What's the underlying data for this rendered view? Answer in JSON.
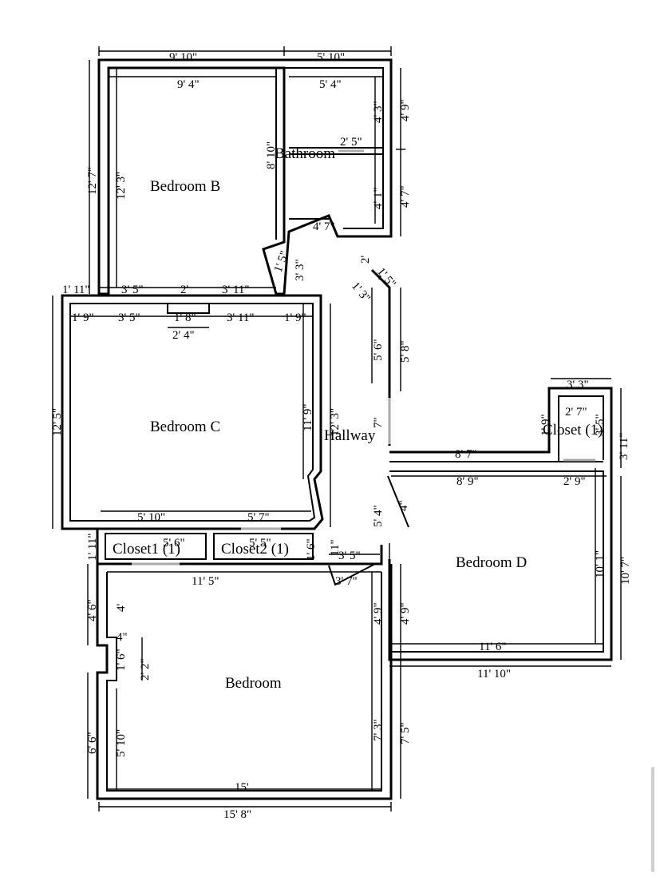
{
  "rooms": {
    "bedroom_b": "Bedroom B",
    "bathroom": "Bathroom",
    "bedroom_c": "Bedroom C",
    "hallway": "Hallway",
    "closet_d": "Closet  (1)",
    "bedroom_d": "Bedroom D",
    "closet1": "Closet1  (1)",
    "closet2": "Closet2  (1)",
    "bedroom": "Bedroom"
  },
  "dims": {
    "top_b_outer": "9' 10\"",
    "top_bath_outer": "5' 10\"",
    "top_b_inner": "9' 4\"",
    "top_bath_inner": "5' 4\"",
    "left_b_outer": "12' 7\"",
    "left_b_inner": "12' 3\"",
    "b_right_inner": "8' 10\"",
    "bath_r1": "4' 3\"",
    "bath_r2": "4' 1\"",
    "bath_out1": "4' 9\"",
    "bath_out2": "4' 7\"",
    "bath_door": "2' 5\"",
    "bath_bottom": "4' 7\"",
    "hall_small": "2'",
    "hall_diag": "1' 5\"",
    "hall_v": "3' 3\"",
    "b_diag": "1' 5\"",
    "c_top1": "1' 11\"",
    "c_top2": "3' 5\"",
    "c_top3": "2'",
    "c_top4": "3' 11\"",
    "c_in1": "1' 9\"",
    "c_in2": "3' 5\"",
    "c_in3": "1' 8\"",
    "c_in4": "3' 11\"",
    "c_in5": "1' 9\"",
    "c_closet": "2' 4\"",
    "c_left": "12' 5\"",
    "c_right": "11' 9\"",
    "c_right_out": "12' 3\"",
    "hall_left1": "1' 3\"",
    "hall_r1": "5' 6\"",
    "hall_r2": "5' 8\"",
    "hall_7": "7\"",
    "c_bot1": "5' 10\"",
    "c_bot2": "5' 7\"",
    "d_top": "8' 7\"",
    "d_top_in": "8' 9\"",
    "d_top2": "2' 9\"",
    "cl_top": "3' 3\"",
    "cl_in": "2' 7\"",
    "cl_l": "1' 9\"",
    "cl_r": "3' 5\"",
    "cl_out": "3' 11\"",
    "d_right_in": "10' 1\"",
    "d_right": "10' 7\"",
    "d_bot_in": "11' 6\"",
    "d_bot": "11' 10\"",
    "d_left": "4' 9\"",
    "hall_54": "5' 4\"",
    "hall_4": "4\"",
    "cl1_w": "5' 6\"",
    "cl2_w": "5' 5\"",
    "cl_small1": "1' 11\"",
    "cl_small2": "1' 6\"",
    "hall_11": "11\"",
    "hall_35": "3' 5\"",
    "hall_37": "3' 7\"",
    "br_top": "11' 5\"",
    "br_l1": "4' 6\"",
    "br_l2": "4'",
    "br_nook1": "4\"",
    "br_nook2": "1' 6\"",
    "br_nook3": "2' 2\"",
    "br_l3": "6' 6\"",
    "br_l4": "5' 10\"",
    "br_r1": "4' 9\"",
    "br_r2": "7' 3\"",
    "br_r3": "7' 5\"",
    "br_bot_in": "15'",
    "br_bot": "15' 8\""
  }
}
